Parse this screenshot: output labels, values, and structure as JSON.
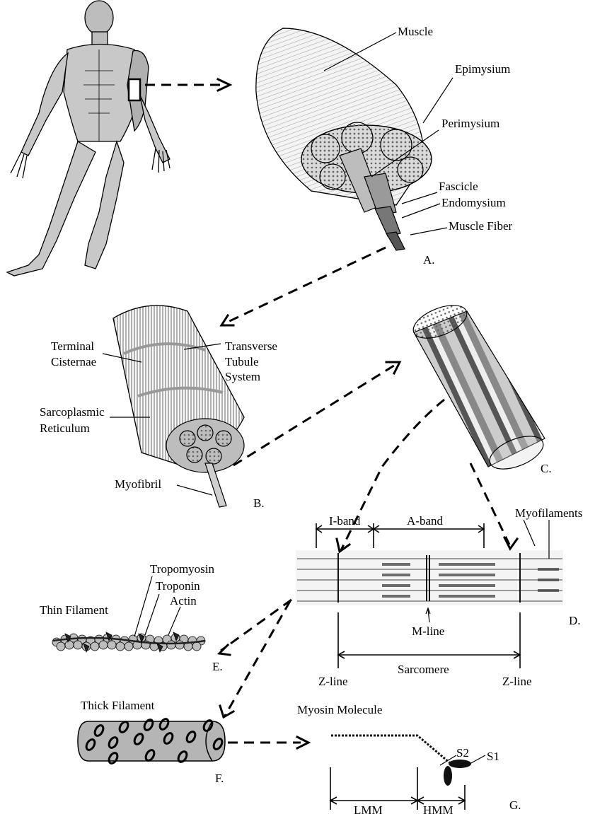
{
  "panels": {
    "a": "A.",
    "b": "B.",
    "c": "C.",
    "d": "D.",
    "e": "E.",
    "f": "F.",
    "g": "G."
  },
  "labels": {
    "muscle": "Muscle",
    "epimysium": "Epimysium",
    "perimysium": "Perimysium",
    "fascicle": "Fascicle",
    "endomysium": "Endomysium",
    "muscle_fiber": "Muscle Fiber",
    "terminal_line1": "Terminal",
    "terminal_line2": "Cisternae",
    "transverse_line1": "Transverse",
    "transverse_line2": "Tubule",
    "transverse_line3": "System",
    "sarcoplasmic_line1": "Sarcoplasmic",
    "sarcoplasmic_line2": "Reticulum",
    "myofibril": "Myofibril",
    "i_band": "I-band",
    "a_band": "A-band",
    "myofilaments": "Myofilaments",
    "m_line": "M-line",
    "sarcomere": "Sarcomere",
    "z_line_left": "Z-line",
    "z_line_right": "Z-line",
    "tropomyosin": "Tropomyosin",
    "troponin": "Troponin",
    "actin": "Actin",
    "thin_filament": "Thin Filament",
    "thick_filament": "Thick Filament",
    "myosin_molecule": "Myosin Molecule",
    "s2": "S2",
    "s1": "S1",
    "lmm": "LMM",
    "hmm": "HMM"
  }
}
